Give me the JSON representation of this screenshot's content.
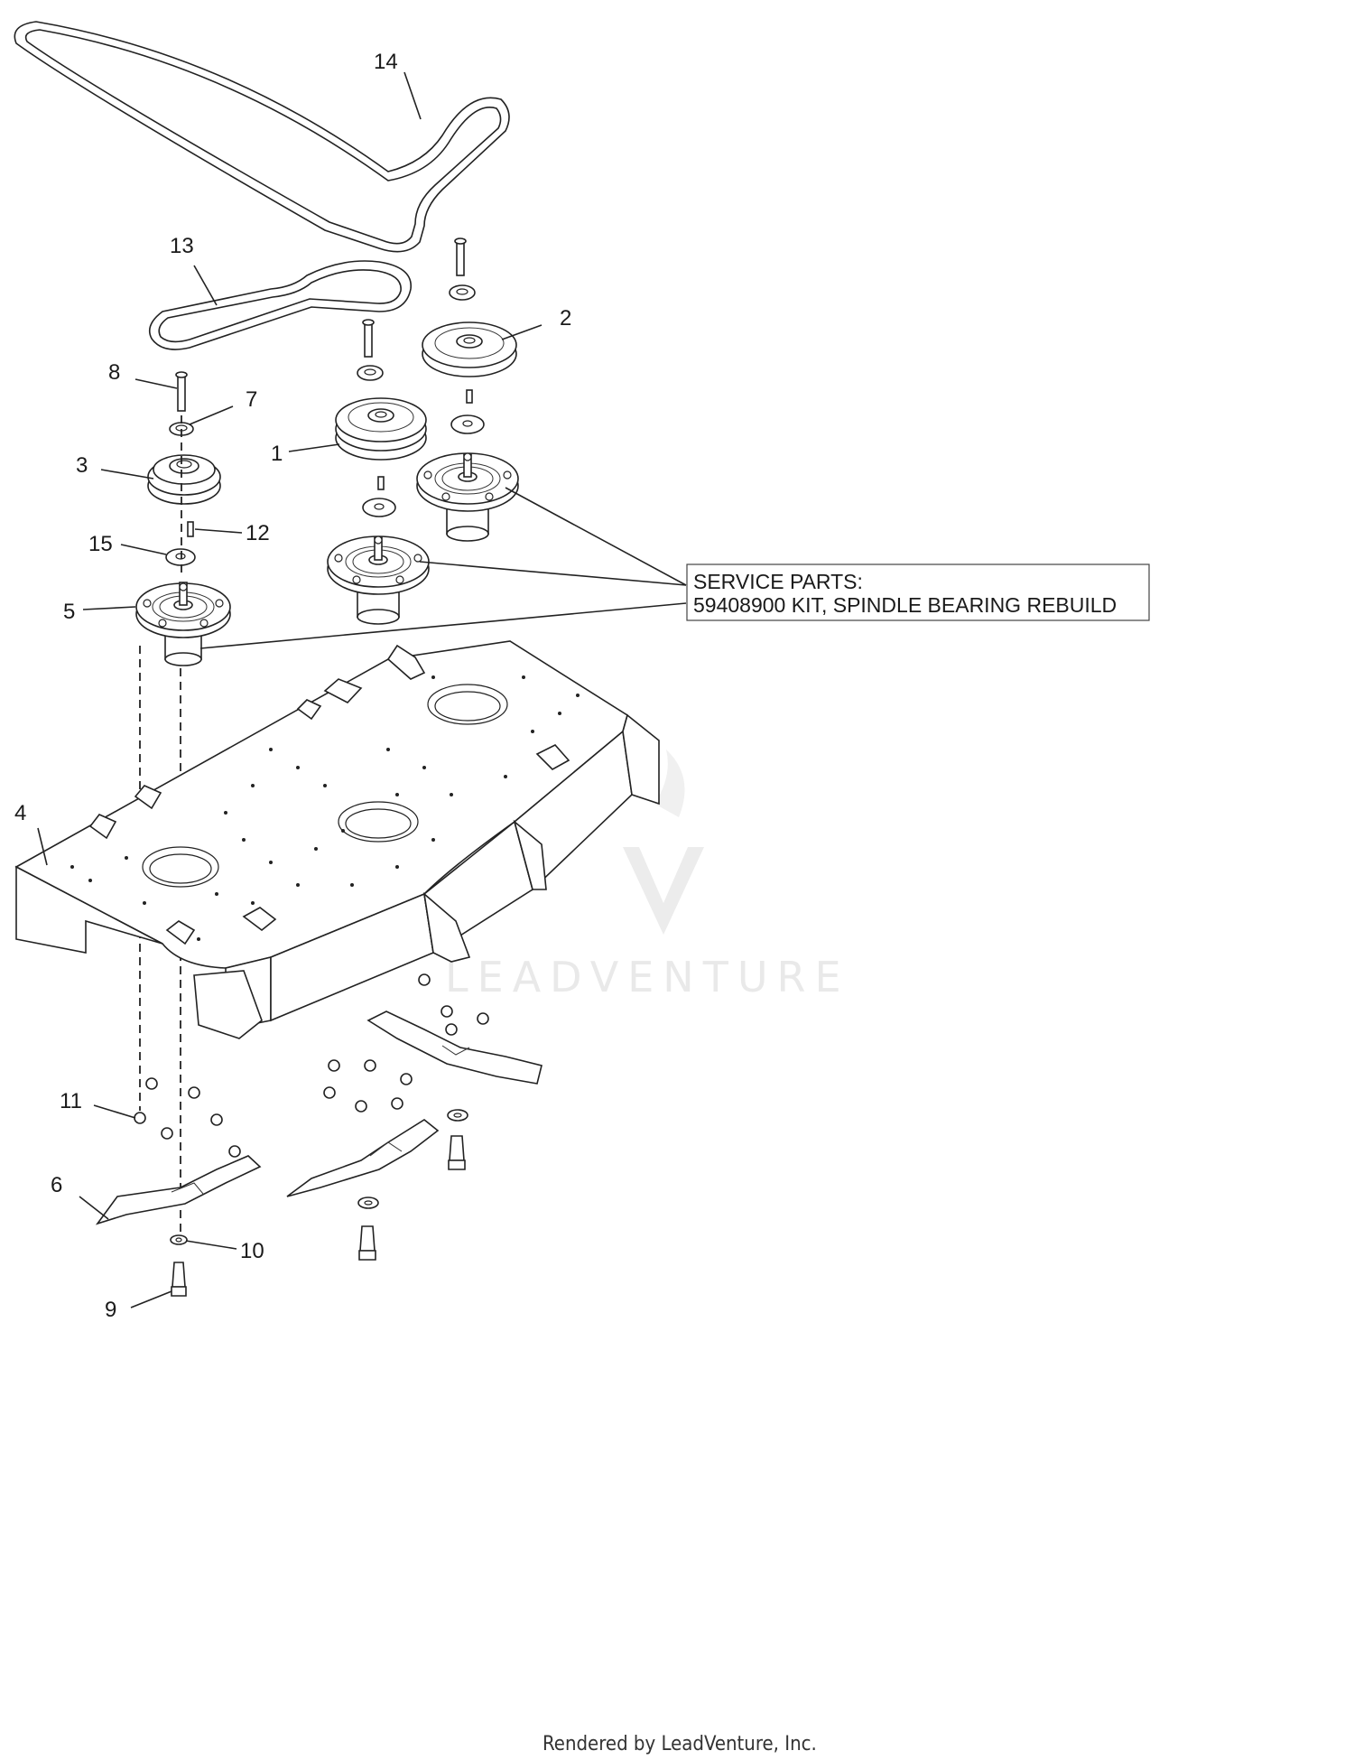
{
  "callouts": {
    "c1": "1",
    "c2": "2",
    "c3": "3",
    "c4": "4",
    "c5": "5",
    "c6": "6",
    "c7": "7",
    "c8": "8",
    "c9": "9",
    "c10": "10",
    "c11": "11",
    "c12": "12",
    "c13": "13",
    "c14": "14",
    "c15": "15"
  },
  "service_note": {
    "line1": "SERVICE PARTS:",
    "line2": "59408900 KIT, SPINDLE BEARING REBUILD"
  },
  "watermark": "LEADVENTURE",
  "footer": "Rendered by LeadVenture, Inc.",
  "colors": {
    "ink": "#222222",
    "watermark": "#e9e9e9"
  }
}
